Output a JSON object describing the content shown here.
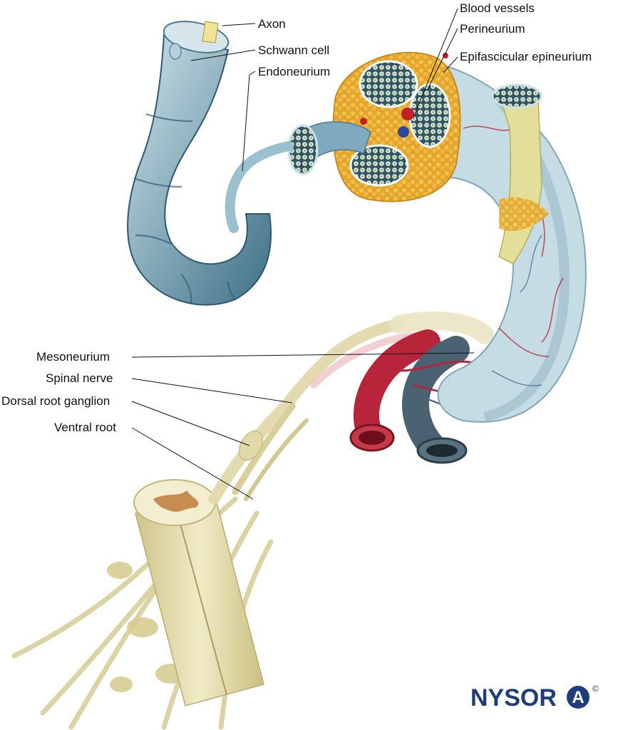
{
  "labels": {
    "axon": "Axon",
    "schwann_cell": "Schwann cell",
    "endoneurium": "Endoneurium",
    "blood_vessels": "Blood vessels",
    "perineurium": "Perineurium",
    "epifascicular_epineurium": "Epifascicular epineurium",
    "mesoneurium": "Mesoneurium",
    "spinal_nerve": "Spinal nerve",
    "dorsal_root_ganglion": "Dorsal root ganglion",
    "ventral_root": "Ventral root"
  },
  "logo": {
    "text": "NYSORA",
    "registered": "©"
  },
  "colors": {
    "nerve_blue": "#5e8ea6",
    "nerve_light": "#bcd8e4",
    "fat_orange": "#e3a32a",
    "artery_red": "#b82535",
    "vein_blue": "#44596a",
    "cord_yellow": "#e9e1b2",
    "logo_blue": "#1f3d7a"
  }
}
